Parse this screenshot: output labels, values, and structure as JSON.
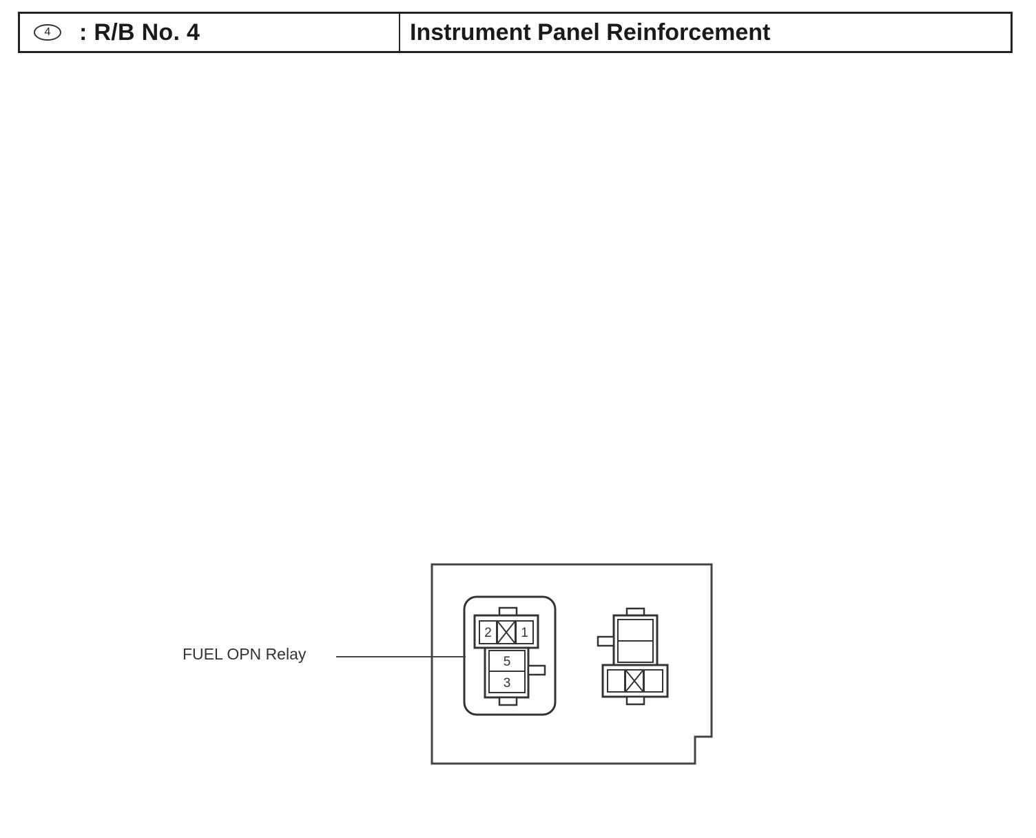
{
  "header": {
    "location_number": "4",
    "block_name": ": R/B No. 4",
    "mount_location": "Instrument Panel Reinforcement"
  },
  "diagram": {
    "callouts": {
      "fuel_opn_relay": "FUEL OPN Relay"
    },
    "terminals": {
      "t2": "2",
      "t1": "1",
      "t5": "5",
      "t3": "3"
    }
  }
}
